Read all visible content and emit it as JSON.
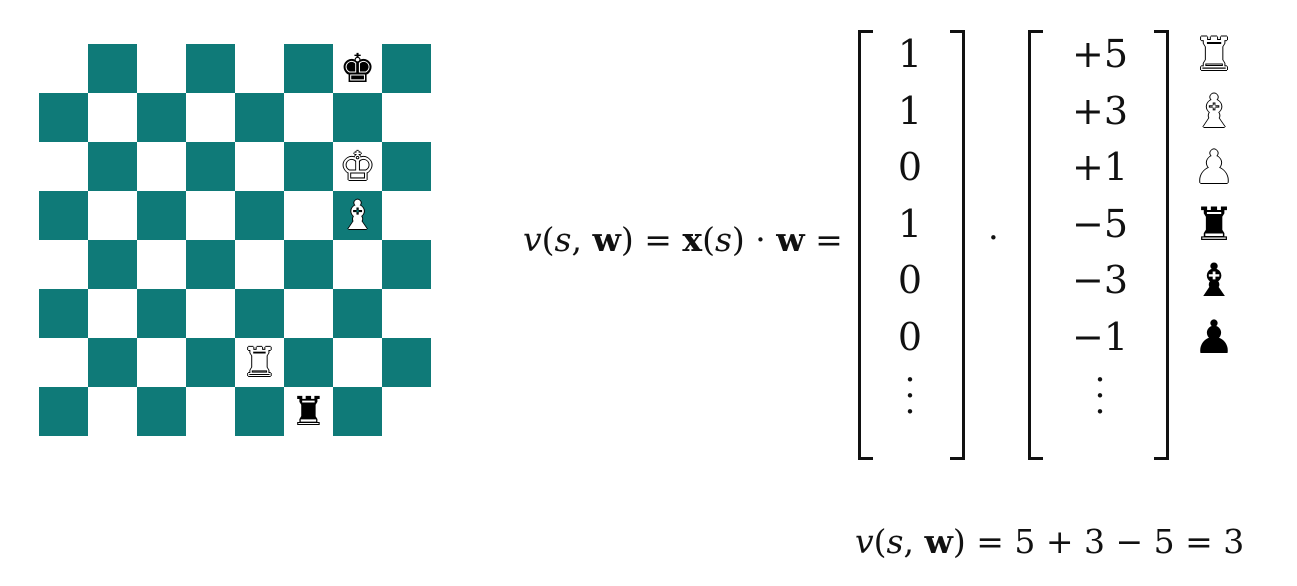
{
  "board": {
    "dark_color": "#0f7a78",
    "light_color": "#ffffff",
    "pieces": [
      {
        "row": 0,
        "col": 6,
        "glyph": "♚",
        "color": "black",
        "name": "black-king"
      },
      {
        "row": 2,
        "col": 6,
        "glyph": "♚",
        "color": "white",
        "name": "white-king"
      },
      {
        "row": 3,
        "col": 6,
        "glyph": "♝",
        "color": "white",
        "name": "white-bishop"
      },
      {
        "row": 6,
        "col": 4,
        "glyph": "♜",
        "color": "white",
        "name": "white-rook"
      },
      {
        "row": 7,
        "col": 5,
        "glyph": "♜",
        "color": "black",
        "name": "black-rook"
      }
    ]
  },
  "equation": {
    "v": "v",
    "s": "s",
    "w": "w",
    "x": "x",
    "eq": " = ",
    "cdot": " · "
  },
  "feature_vector": [
    "1",
    "1",
    "0",
    "1",
    "0",
    "0"
  ],
  "weight_vector": [
    "+5",
    "+3",
    "+1",
    "−5",
    "−3",
    "−1"
  ],
  "legend": [
    {
      "glyph": "♜",
      "color": "white",
      "name": "white-rook-icon"
    },
    {
      "glyph": "♝",
      "color": "white",
      "name": "white-bishop-icon"
    },
    {
      "glyph": "♟",
      "color": "white",
      "name": "white-pawn-icon"
    },
    {
      "glyph": "♜",
      "color": "black",
      "name": "black-rook-icon"
    },
    {
      "glyph": "♝",
      "color": "black",
      "name": "black-bishop-icon"
    },
    {
      "glyph": "♟",
      "color": "black",
      "name": "black-pawn-icon"
    }
  ],
  "result": {
    "rhs": "5 + 3 − 5 = 3"
  }
}
